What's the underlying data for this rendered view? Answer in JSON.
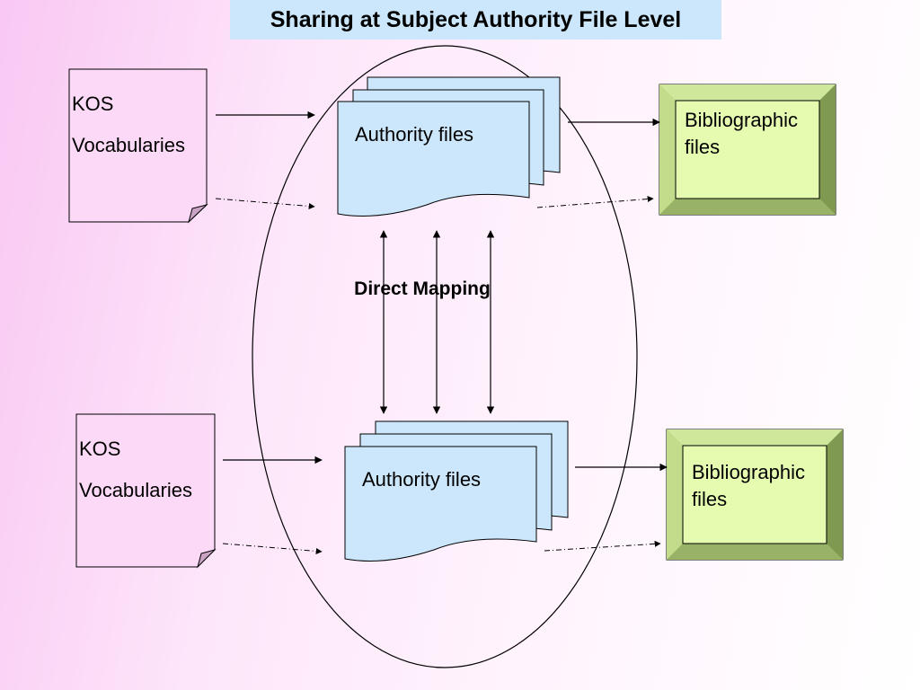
{
  "title": "Sharing at Subject Authority File Level",
  "center_label": "Direct Mapping",
  "rows": [
    {
      "kos": {
        "line1": "KOS",
        "line2": "Vocabularies"
      },
      "authority": "Authority files",
      "biblio": {
        "line1": "Bibliographic",
        "line2": "files"
      }
    },
    {
      "kos": {
        "line1": "KOS",
        "line2": "Vocabularies"
      },
      "authority": "Authority files",
      "biblio": {
        "line1": "Bibliographic",
        "line2": "files"
      }
    }
  ],
  "colors": {
    "kos_fill": "#fcd9f7",
    "authority_fill": "#cce7fb",
    "biblio_fill": "#e5fbb0",
    "biblio_frame": "#a9c577",
    "title_bg": "#cce7fb"
  }
}
